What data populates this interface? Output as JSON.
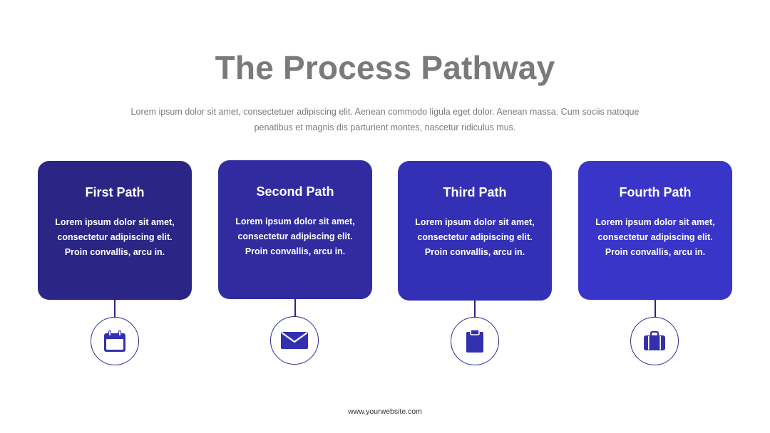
{
  "header": {
    "title": "The Process Pathway",
    "description": "Lorem ipsum dolor sit amet, consectetuer adipiscing elit. Aenean commodo ligula eget dolor. Aenean massa. Cum sociis natoque penatibus et magnis dis parturient montes, nascetur ridiculus mus."
  },
  "steps": [
    {
      "title": "First Path",
      "body": "Lorem ipsum dolor sit amet, consectetur adipiscing elit. Proin convallis, arcu in.",
      "icon": "calendar-icon",
      "color": "#2b2585"
    },
    {
      "title": "Second Path",
      "body": "Lorem ipsum dolor sit amet, consectetur adipiscing elit. Proin convallis, arcu in.",
      "icon": "envelope-icon",
      "color": "#302ca0"
    },
    {
      "title": "Third Path",
      "body": "Lorem ipsum dolor sit amet, consectetur adipiscing elit. Proin convallis, arcu in.",
      "icon": "clipboard-icon",
      "color": "#3430b5"
    },
    {
      "title": "Fourth Path",
      "body": "Lorem ipsum dolor sit amet, consectetur adipiscing elit. Proin convallis, arcu in.",
      "icon": "briefcase-icon",
      "color": "#3a35c9"
    }
  ],
  "footer": {
    "website": "www.yourwebsite.com"
  },
  "colors": {
    "title": "#7a7a7a",
    "icon": "#3330b0",
    "outline": "#2e2a8f"
  }
}
